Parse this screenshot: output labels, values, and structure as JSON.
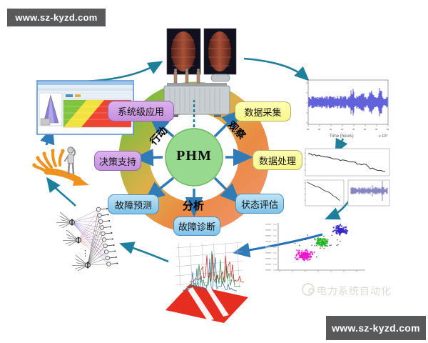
{
  "banners": {
    "top_label": "www.sz-kyzd.com",
    "bottom_label": "www.sz-kyzd.com"
  },
  "watermark": {
    "label": "电力系统自动化"
  },
  "diagram": {
    "center_label": "PHM",
    "ring_labels": {
      "act": "行动",
      "observe": "观察",
      "analyze": "分析"
    },
    "boxes": {
      "system_app": "系统级应用",
      "data_acquisition": "数据采集",
      "decision_support": "决策支持",
      "data_processing": "数据处理",
      "fault_prediction": "故障预测",
      "state_evaluation": "状态评估",
      "fault_diagnosis": "故障诊断"
    },
    "colors": {
      "ring_green": "#71bd3e",
      "ring_orange": "#ea8a44",
      "ring_salmon": "#ef9468",
      "center_circle": "#97d98e",
      "purple_box": "#c48fdc",
      "yellow_box": "#f7f78c",
      "blue_box": "#7ec3e8",
      "spoke_arrow": "#2e7bb8",
      "cycle_arrow": "#1e7f9c",
      "banner_bg": "#58595b"
    }
  },
  "signal_chart": {
    "xlabel": "Time (hours)",
    "scale_note": "x 10⁵"
  }
}
